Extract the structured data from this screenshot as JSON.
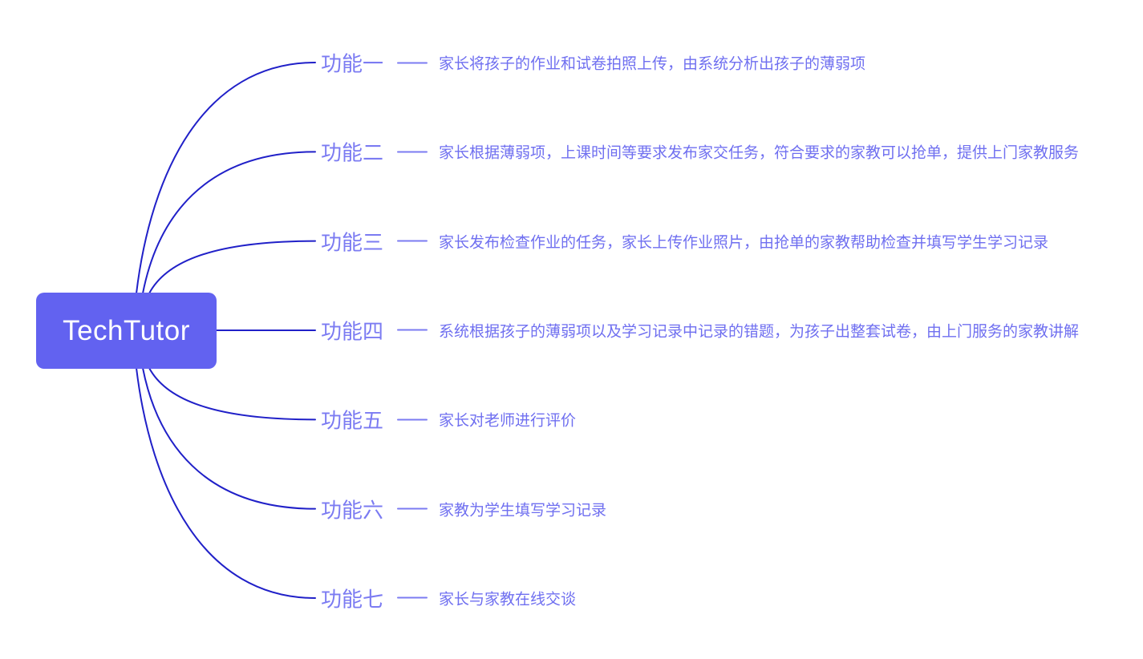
{
  "root": {
    "label": "TechTutor"
  },
  "colors": {
    "root_fill": "#6262F0",
    "root_text": "#FFFFFF",
    "line": "#2020C8",
    "label": "#7B7BF2",
    "description": "#6F6FF0"
  },
  "branches": [
    {
      "label": "功能一",
      "description": "家长将孩子的作业和试卷拍照上传，由系统分析出孩子的薄弱项"
    },
    {
      "label": "功能二",
      "description": "家长根据薄弱项，上课时间等要求发布家交任务，符合要求的家教可以抢单，提供上门家教服务"
    },
    {
      "label": "功能三",
      "description": "家长发布检查作业的任务，家长上传作业照片，由抢单的家教帮助检查并填写学生学习记录"
    },
    {
      "label": "功能四",
      "description": "系统根据孩子的薄弱项以及学习记录中记录的错题，为孩子出整套试卷，由上门服务的家教讲解"
    },
    {
      "label": "功能五",
      "description": "家长对老师进行评价"
    },
    {
      "label": "功能六",
      "description": "家教为学生填写学习记录"
    },
    {
      "label": "功能七",
      "description": "家长与家教在线交谈"
    }
  ]
}
